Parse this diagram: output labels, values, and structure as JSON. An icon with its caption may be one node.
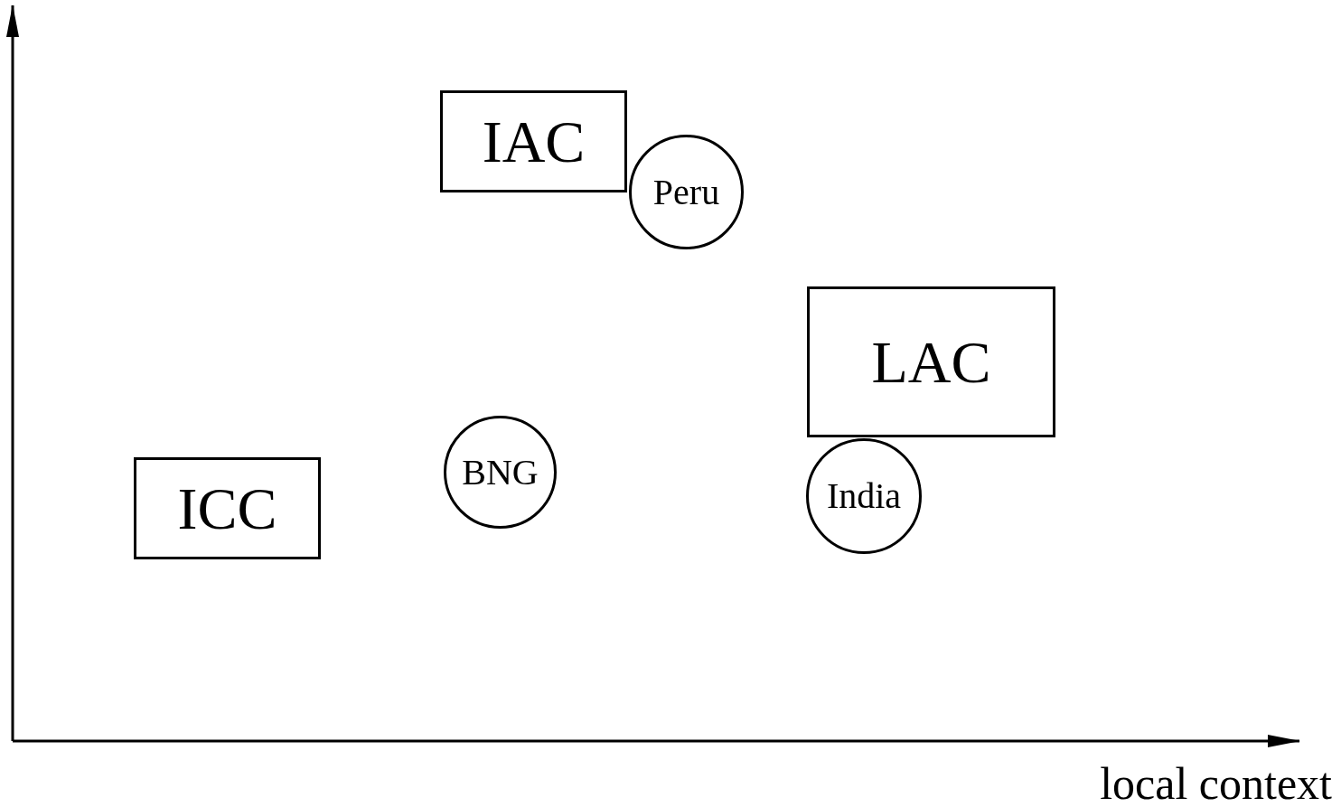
{
  "diagram": {
    "nodes": [
      {
        "text": [
          "IAC"
        ]
      },
      {
        "text": [
          "Peru"
        ]
      },
      {
        "text": [
          "LAC"
        ]
      },
      {
        "text": [
          "BNG"
        ]
      },
      {
        "text": [
          "ICC"
        ]
      },
      {
        "text": [
          "India"
        ]
      }
    ],
    "labels": [
      "local context"
    ]
  }
}
